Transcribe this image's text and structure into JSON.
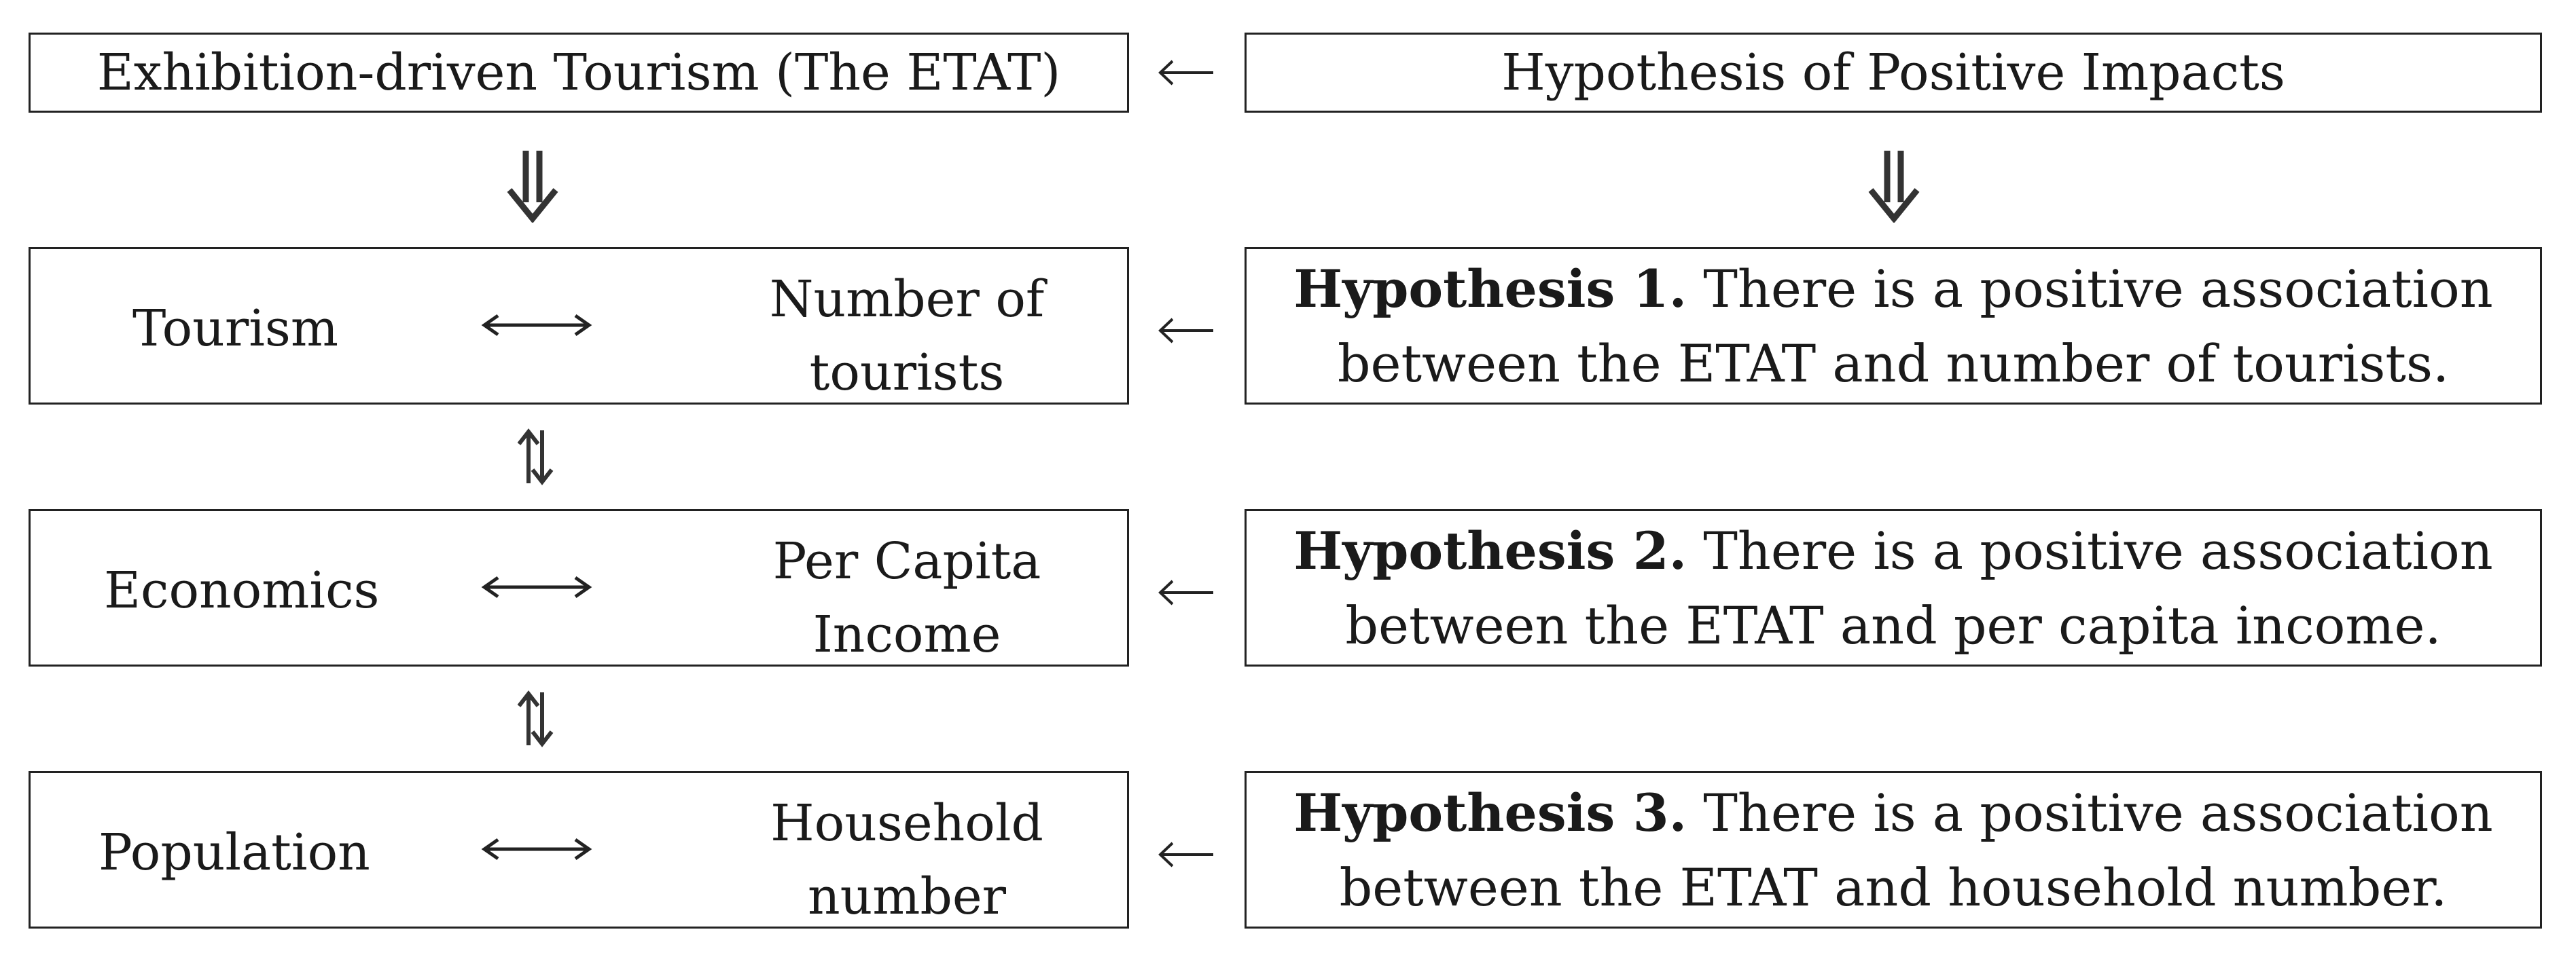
{
  "top_left": "Exhibition-driven Tourism (The ETAT)",
  "top_right": "Hypothesis of Positive Impacts",
  "rows": [
    {
      "category": "Tourism",
      "indicator_line1": "Number of",
      "indicator_line2": "tourists",
      "hyp_label": "Hypothesis 1.",
      "hyp_text1": " There is a positive association",
      "hyp_text2": "between the ETAT and number of tourists."
    },
    {
      "category": "Economics",
      "indicator_line1": "Per Capita",
      "indicator_line2": "Income",
      "hyp_label": "Hypothesis 2.",
      "hyp_text1": " There is a positive association",
      "hyp_text2": "between the ETAT and per capita income."
    },
    {
      "category": "Population",
      "indicator_line1": "Household",
      "indicator_line2": "number",
      "hyp_label": "Hypothesis 3.",
      "hyp_text1": " There is a positive association",
      "hyp_text2": "between the ETAT and household number."
    }
  ],
  "colors": {
    "stroke": "#222222",
    "arrow": "#333333",
    "text": "#1a1a1a"
  }
}
